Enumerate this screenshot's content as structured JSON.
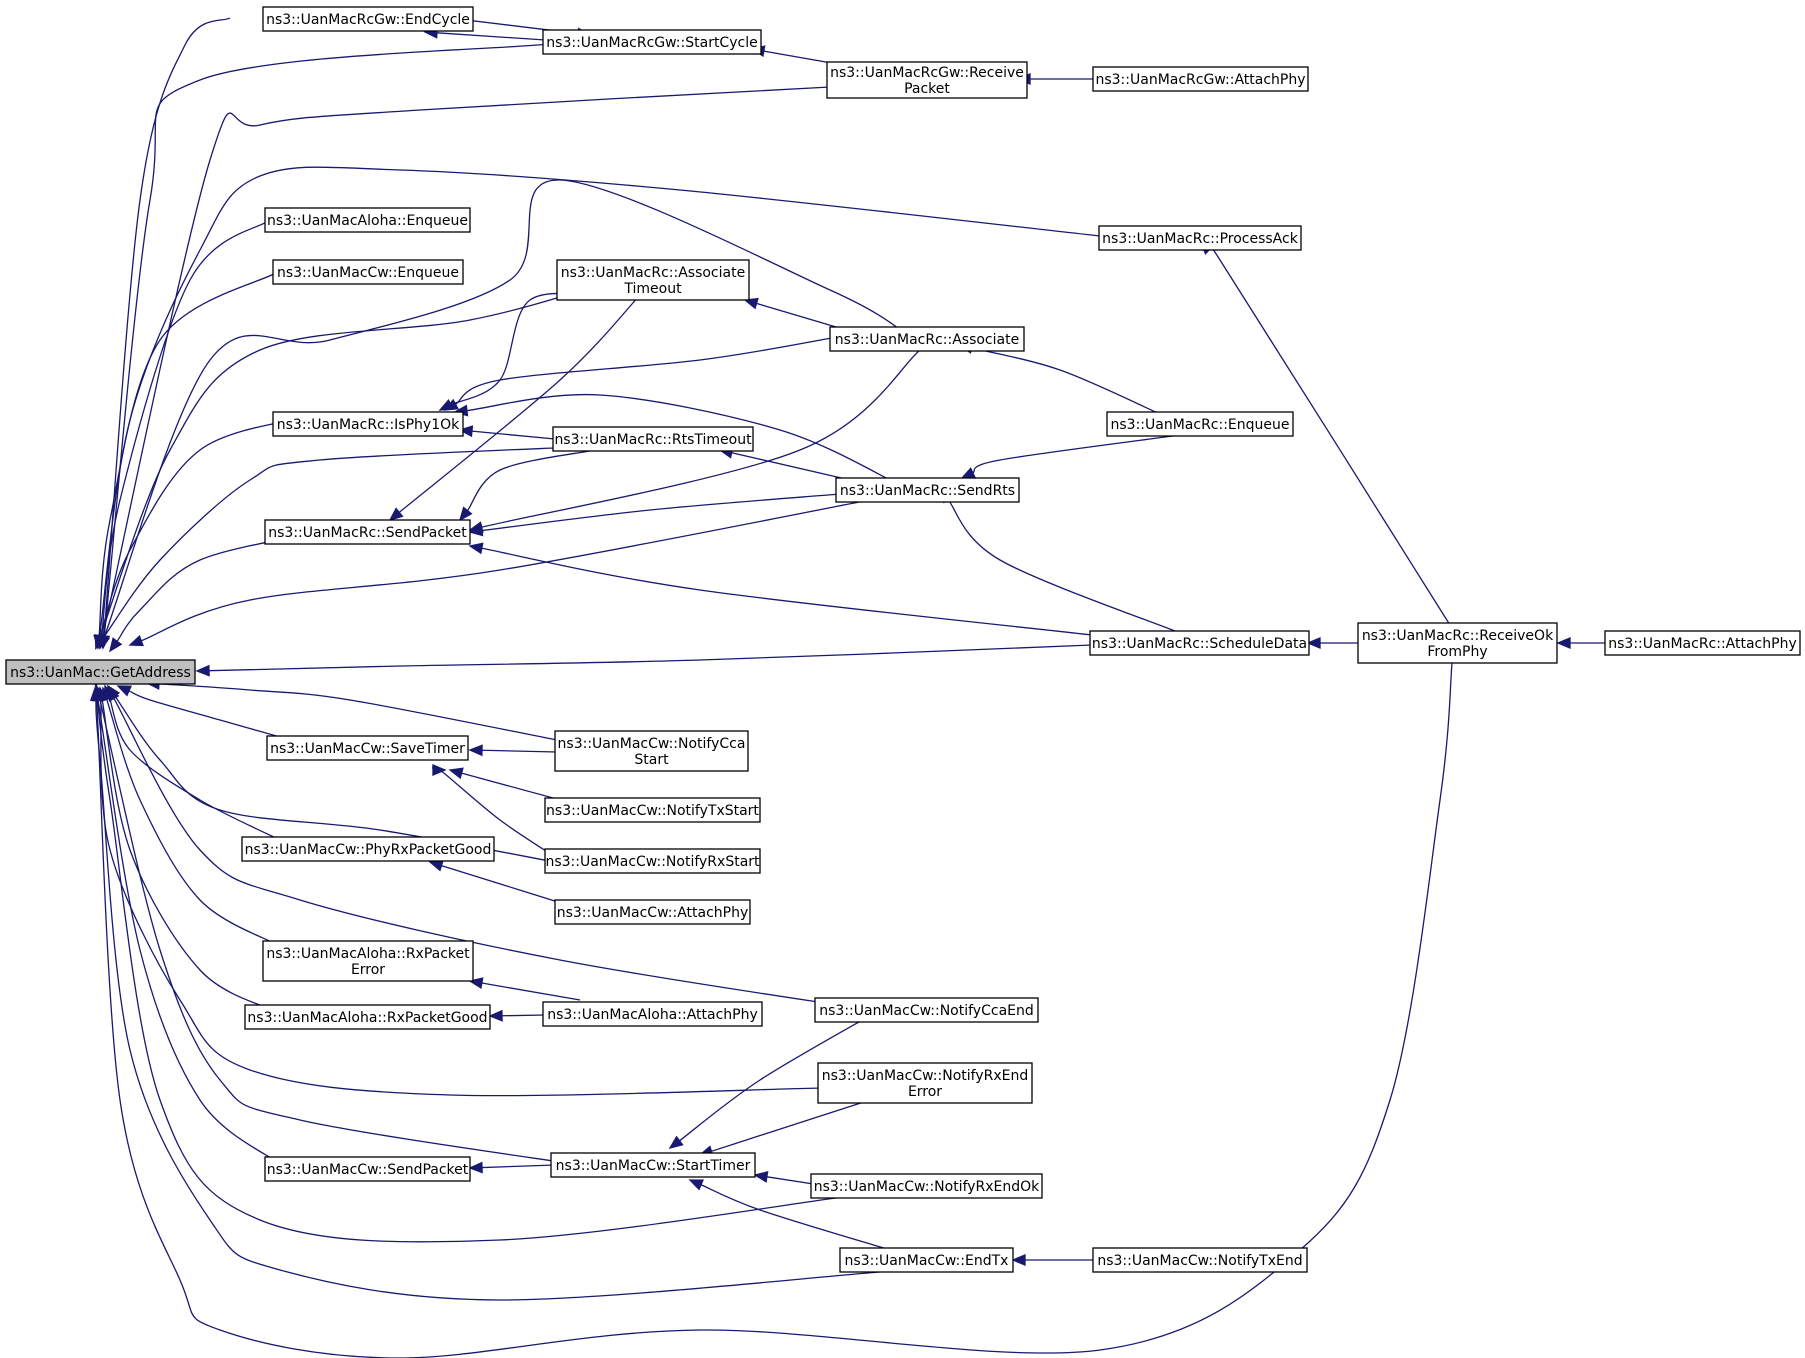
{
  "graph": {
    "root": "getaddr",
    "nodes": [
      {
        "id": "getaddr",
        "lines": [
          "ns3::UanMac::GetAddress"
        ]
      },
      {
        "id": "gw_endcycle",
        "lines": [
          "ns3::UanMacRcGw::EndCycle"
        ]
      },
      {
        "id": "gw_startcycle",
        "lines": [
          "ns3::UanMacRcGw::StartCycle"
        ]
      },
      {
        "id": "gw_recvpkt",
        "lines": [
          "ns3::UanMacRcGw::Receive",
          "Packet"
        ]
      },
      {
        "id": "gw_attachphy",
        "lines": [
          "ns3::UanMacRcGw::AttachPhy"
        ]
      },
      {
        "id": "aloha_enq",
        "lines": [
          "ns3::UanMacAloha::Enqueue"
        ]
      },
      {
        "id": "cw_enq",
        "lines": [
          "ns3::UanMacCw::Enqueue"
        ]
      },
      {
        "id": "rc_processack",
        "lines": [
          "ns3::UanMacRc::ProcessAck"
        ]
      },
      {
        "id": "rc_assoctimeout",
        "lines": [
          "ns3::UanMacRc::Associate",
          "Timeout"
        ]
      },
      {
        "id": "rc_associate",
        "lines": [
          "ns3::UanMacRc::Associate"
        ]
      },
      {
        "id": "rc_isphy1ok",
        "lines": [
          "ns3::UanMacRc::IsPhy1Ok"
        ]
      },
      {
        "id": "rc_rtstimeout",
        "lines": [
          "ns3::UanMacRc::RtsTimeout"
        ]
      },
      {
        "id": "rc_enq",
        "lines": [
          "ns3::UanMacRc::Enqueue"
        ]
      },
      {
        "id": "rc_sendrts",
        "lines": [
          "ns3::UanMacRc::SendRts"
        ]
      },
      {
        "id": "rc_sendpkt",
        "lines": [
          "ns3::UanMacRc::SendPacket"
        ]
      },
      {
        "id": "rc_scheddata",
        "lines": [
          "ns3::UanMacRc::ScheduleData"
        ]
      },
      {
        "id": "rc_recvok",
        "lines": [
          "ns3::UanMacRc::ReceiveOk",
          "FromPhy"
        ]
      },
      {
        "id": "rc_attachphy",
        "lines": [
          "ns3::UanMacRc::AttachPhy"
        ]
      },
      {
        "id": "cw_savetimer",
        "lines": [
          "ns3::UanMacCw::SaveTimer"
        ]
      },
      {
        "id": "cw_ccastart",
        "lines": [
          "ns3::UanMacCw::NotifyCca",
          "Start"
        ]
      },
      {
        "id": "cw_txstart",
        "lines": [
          "ns3::UanMacCw::NotifyTxStart"
        ]
      },
      {
        "id": "cw_rxstart",
        "lines": [
          "ns3::UanMacCw::NotifyRxStart"
        ]
      },
      {
        "id": "cw_phyrxgood",
        "lines": [
          "ns3::UanMacCw::PhyRxPacketGood"
        ]
      },
      {
        "id": "cw_attachphy",
        "lines": [
          "ns3::UanMacCw::AttachPhy"
        ]
      },
      {
        "id": "aloha_rxerr",
        "lines": [
          "ns3::UanMacAloha::RxPacket",
          "Error"
        ]
      },
      {
        "id": "aloha_rxgood",
        "lines": [
          "ns3::UanMacAloha::RxPacketGood"
        ]
      },
      {
        "id": "aloha_attachphy",
        "lines": [
          "ns3::UanMacAloha::AttachPhy"
        ]
      },
      {
        "id": "cw_ccaend",
        "lines": [
          "ns3::UanMacCw::NotifyCcaEnd"
        ]
      },
      {
        "id": "cw_rxenderr",
        "lines": [
          "ns3::UanMacCw::NotifyRxEnd",
          "Error"
        ]
      },
      {
        "id": "cw_sendpkt",
        "lines": [
          "ns3::UanMacCw::SendPacket"
        ]
      },
      {
        "id": "cw_starttimer",
        "lines": [
          "ns3::UanMacCw::StartTimer"
        ]
      },
      {
        "id": "cw_rxendok",
        "lines": [
          "ns3::UanMacCw::NotifyRxEndOk"
        ]
      },
      {
        "id": "cw_endtx",
        "lines": [
          "ns3::UanMacCw::EndTx"
        ]
      },
      {
        "id": "cw_txend",
        "lines": [
          "ns3::UanMacCw::NotifyTxEnd"
        ]
      }
    ],
    "edges": [
      {
        "from": "gw_endcycle",
        "to": "getaddr"
      },
      {
        "from": "gw_startcycle",
        "to": "getaddr"
      },
      {
        "from": "gw_recvpkt",
        "to": "getaddr"
      },
      {
        "from": "aloha_enq",
        "to": "getaddr"
      },
      {
        "from": "cw_enq",
        "to": "getaddr"
      },
      {
        "from": "rc_processack",
        "to": "getaddr"
      },
      {
        "from": "rc_associate",
        "to": "getaddr"
      },
      {
        "from": "rc_assoctimeout",
        "to": "getaddr"
      },
      {
        "from": "rc_isphy1ok",
        "to": "getaddr"
      },
      {
        "from": "rc_rtstimeout",
        "to": "getaddr"
      },
      {
        "from": "rc_sendpkt",
        "to": "getaddr"
      },
      {
        "from": "rc_sendrts",
        "to": "getaddr"
      },
      {
        "from": "rc_scheddata",
        "to": "getaddr"
      },
      {
        "from": "cw_ccastart",
        "to": "getaddr"
      },
      {
        "from": "cw_savetimer",
        "to": "getaddr"
      },
      {
        "from": "cw_rxstart",
        "to": "getaddr"
      },
      {
        "from": "cw_phyrxgood",
        "to": "getaddr"
      },
      {
        "from": "cw_ccaend",
        "to": "getaddr"
      },
      {
        "from": "aloha_rxerr",
        "to": "getaddr"
      },
      {
        "from": "aloha_rxgood",
        "to": "getaddr"
      },
      {
        "from": "cw_rxenderr",
        "to": "getaddr"
      },
      {
        "from": "cw_starttimer",
        "to": "getaddr"
      },
      {
        "from": "cw_sendpkt",
        "to": "getaddr"
      },
      {
        "from": "cw_rxendok",
        "to": "getaddr"
      },
      {
        "from": "cw_endtx",
        "to": "getaddr"
      },
      {
        "from": "rc_recvok",
        "to": "getaddr"
      },
      {
        "from": "gw_startcycle",
        "to": "gw_endcycle"
      },
      {
        "from": "gw_endcycle",
        "to": "gw_startcycle"
      },
      {
        "from": "gw_recvpkt",
        "to": "gw_startcycle"
      },
      {
        "from": "gw_attachphy",
        "to": "gw_recvpkt"
      },
      {
        "from": "rc_recvok",
        "to": "rc_processack"
      },
      {
        "from": "rc_associate",
        "to": "rc_assoctimeout"
      },
      {
        "from": "rc_enq",
        "to": "rc_associate"
      },
      {
        "from": "rc_assoctimeout",
        "to": "rc_isphy1ok"
      },
      {
        "from": "rc_associate",
        "to": "rc_isphy1ok"
      },
      {
        "from": "rc_rtstimeout",
        "to": "rc_isphy1ok"
      },
      {
        "from": "rc_sendrts",
        "to": "rc_isphy1ok"
      },
      {
        "from": "rc_sendrts",
        "to": "rc_rtstimeout"
      },
      {
        "from": "rc_enq",
        "to": "rc_sendrts"
      },
      {
        "from": "rc_scheddata",
        "to": "rc_sendrts"
      },
      {
        "from": "rc_assoctimeout",
        "to": "rc_sendpkt"
      },
      {
        "from": "rc_rtstimeout",
        "to": "rc_sendpkt"
      },
      {
        "from": "rc_associate",
        "to": "rc_sendpkt"
      },
      {
        "from": "rc_sendrts",
        "to": "rc_sendpkt"
      },
      {
        "from": "rc_scheddata",
        "to": "rc_sendpkt"
      },
      {
        "from": "rc_recvok",
        "to": "rc_scheddata"
      },
      {
        "from": "rc_attachphy",
        "to": "rc_recvok"
      },
      {
        "from": "cw_ccastart",
        "to": "cw_savetimer"
      },
      {
        "from": "cw_txstart",
        "to": "cw_savetimer"
      },
      {
        "from": "cw_rxstart",
        "to": "cw_savetimer"
      },
      {
        "from": "cw_attachphy",
        "to": "cw_phyrxgood"
      },
      {
        "from": "aloha_attachphy",
        "to": "aloha_rxerr"
      },
      {
        "from": "aloha_attachphy",
        "to": "aloha_rxgood"
      },
      {
        "from": "cw_ccaend",
        "to": "cw_starttimer"
      },
      {
        "from": "cw_rxenderr",
        "to": "cw_starttimer"
      },
      {
        "from": "cw_rxendok",
        "to": "cw_starttimer"
      },
      {
        "from": "cw_endtx",
        "to": "cw_starttimer"
      },
      {
        "from": "cw_starttimer",
        "to": "cw_sendpkt"
      },
      {
        "from": "cw_txend",
        "to": "cw_endtx"
      }
    ]
  },
  "colors": {
    "edge": "#191970",
    "root_fill": "#bfbfbf",
    "node_fill": "#ffffff",
    "border": "#000000"
  }
}
